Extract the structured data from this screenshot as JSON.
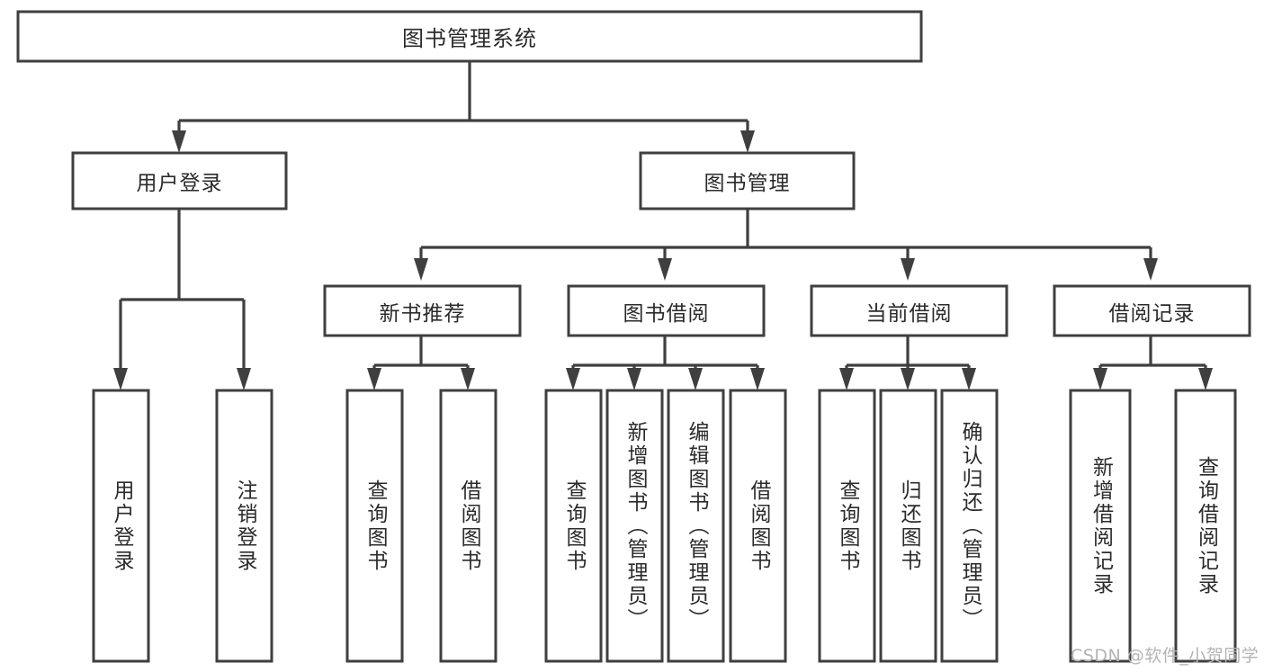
{
  "diagram": {
    "type": "tree-hierarchy-chart",
    "title": "图书管理系统",
    "background_color": "#ffffff",
    "stroke_color": "#3f3f3f",
    "text_color": "#2b2b2b",
    "root": {
      "label": "图书管理系统"
    },
    "level1": [
      {
        "label": "用户登录"
      },
      {
        "label": "图书管理"
      }
    ],
    "level2": [
      {
        "label": "新书推荐"
      },
      {
        "label": "图书借阅"
      },
      {
        "label": "当前借阅"
      },
      {
        "label": "借阅记录"
      }
    ],
    "leaves": {
      "user_login": [
        {
          "label": "用户登录"
        },
        {
          "label": "注销登录"
        }
      ],
      "new_book_recommend": [
        {
          "label": "查询图书"
        },
        {
          "label": "借阅图书"
        }
      ],
      "book_borrow": [
        {
          "label": "查询图书"
        },
        {
          "label": "新增图书（管理员）"
        },
        {
          "label": "编辑图书（管理员）"
        },
        {
          "label": "借阅图书"
        }
      ],
      "current_borrow": [
        {
          "label": "查询图书"
        },
        {
          "label": "归还图书"
        },
        {
          "label": "确认归还（管理员）"
        }
      ],
      "borrow_record": [
        {
          "label": "新增借阅记录"
        },
        {
          "label": "查询借阅记录"
        }
      ]
    }
  },
  "watermark": {
    "text": "CSDN @软件_小贺同学"
  }
}
